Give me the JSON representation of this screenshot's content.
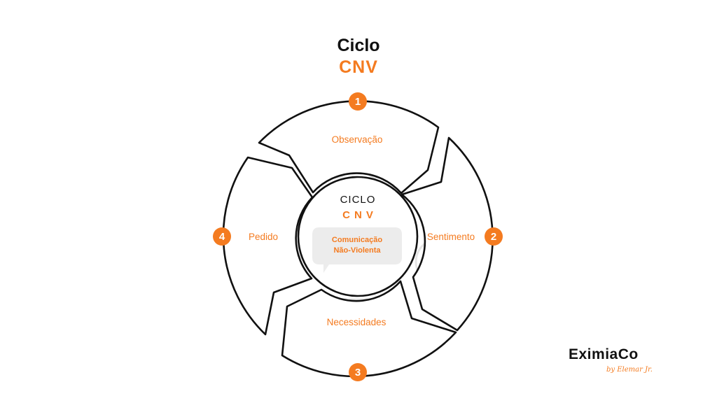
{
  "title": {
    "line1": "Ciclo",
    "line2": "CNV"
  },
  "center": {
    "line1": "CICLO",
    "line2": "CNV",
    "bubble_line1": "Comunicação",
    "bubble_line2": "Não-Violenta"
  },
  "stages": [
    {
      "number": "1",
      "label": "Observação",
      "icon": "binoculars-icon"
    },
    {
      "number": "2",
      "label": "Sentimento",
      "icon": "faces-icon"
    },
    {
      "number": "3",
      "label": "Necessidades",
      "icon": "checklist-icon"
    },
    {
      "number": "4",
      "label": "Pedido",
      "icon": "speech-bubbles-icon"
    }
  ],
  "colors": {
    "accent": "#f47b20",
    "outline": "#111111",
    "ghost_icon": "#e4e4e4",
    "bubble": "#ececec"
  },
  "logo": {
    "name": "EximiaCo",
    "tagline": "by Elemar Jr."
  }
}
